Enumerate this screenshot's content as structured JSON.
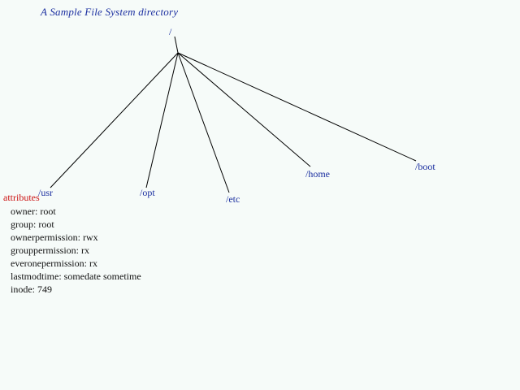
{
  "title": "A Sample File System directory",
  "tree": {
    "root": {
      "label": "/"
    },
    "children": [
      {
        "label": "/usr"
      },
      {
        "label": "/opt"
      },
      {
        "label": "/etc"
      },
      {
        "label": "/home"
      },
      {
        "label": "/boot"
      }
    ]
  },
  "attributes": {
    "heading": "attributes",
    "items": [
      {
        "key": "owner",
        "value": "root"
      },
      {
        "key": "group",
        "value": "root"
      },
      {
        "key": "ownerpermission",
        "value": "rwx"
      },
      {
        "key": "grouppermission",
        "value": "rx"
      },
      {
        "key": "everonepermission",
        "value": "rx"
      },
      {
        "key": "lastmodtime",
        "value": "somedate sometime"
      },
      {
        "key": "inode",
        "value": "749"
      }
    ]
  },
  "colors": {
    "label": "#1b2fa0",
    "heading": "#cc1414",
    "text": "#111111",
    "edge": "#000000",
    "background": "#f6fbf9"
  }
}
